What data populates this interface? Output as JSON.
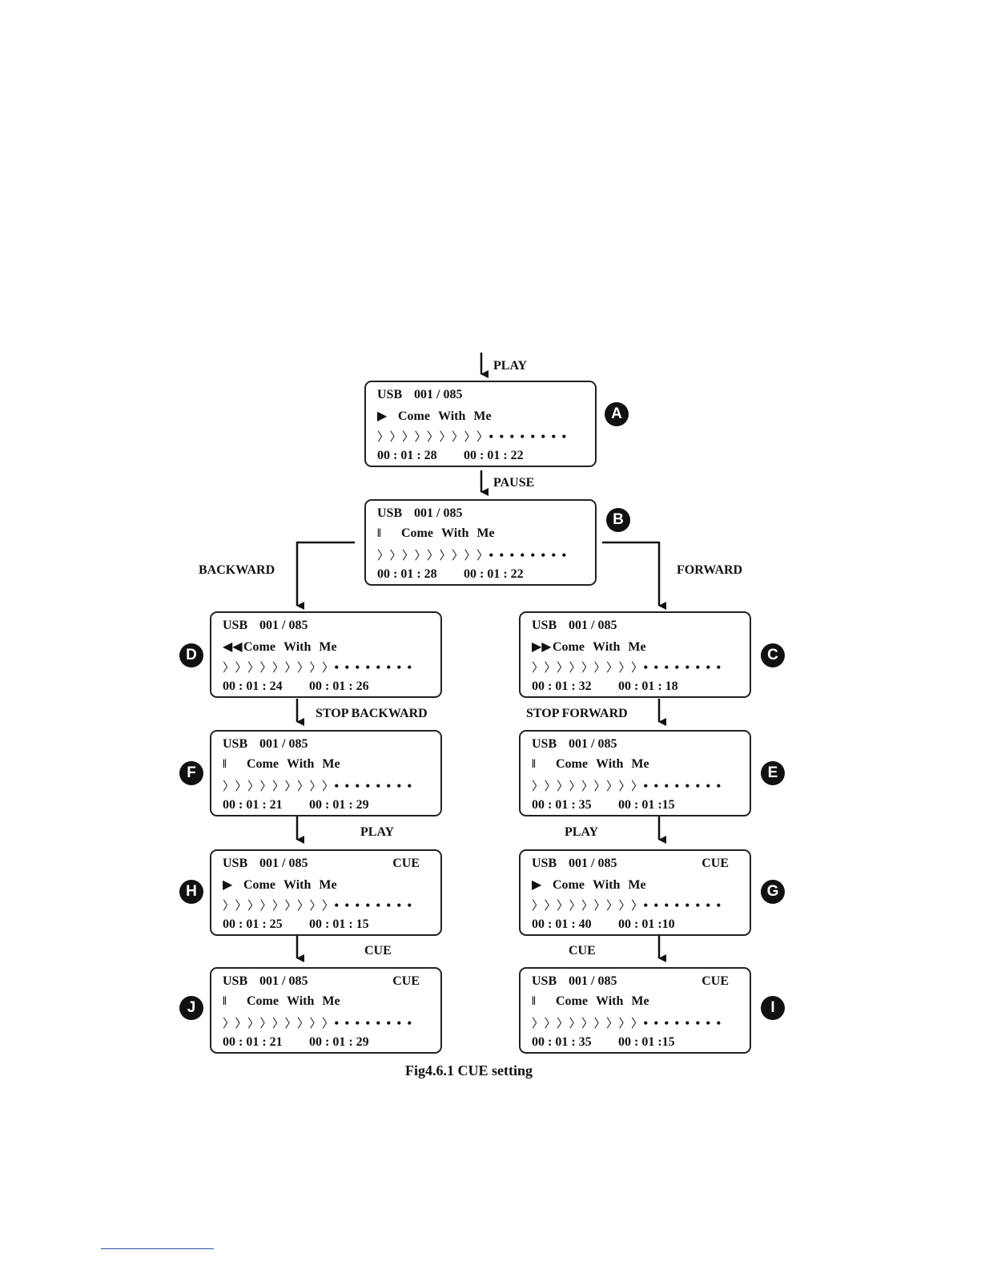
{
  "labels": {
    "play_top": "PLAY",
    "pause": "PAUSE",
    "backward": "BACKWARD",
    "forward": "FORWARD",
    "stop_backward": "STOP BACKWARD",
    "stop_forward": "STOP FORWARD",
    "play_left": "PLAY",
    "play_right": "PLAY",
    "cue_left": "CUE",
    "cue_right": "CUE"
  },
  "caption": "Fig4.6.1  CUE setting",
  "screens": {
    "A": {
      "badge": "A",
      "source": "USB",
      "track": "001 / 085",
      "mode": "play",
      "title": [
        "Come",
        "With",
        "Me"
      ],
      "elapsed": "00 : 01 : 28",
      "remaining": "00 : 01 : 22",
      "cue": "",
      "progress": 0.53
    },
    "B": {
      "badge": "B",
      "source": "USB",
      "track": "001 / 085",
      "mode": "pause",
      "title": [
        "Come",
        "With",
        "Me"
      ],
      "elapsed": "00 : 01 : 28",
      "remaining": "00 : 01 : 22",
      "cue": "",
      "progress": 0.53
    },
    "D": {
      "badge": "D",
      "source": "USB",
      "track": "001 / 085",
      "mode": "rewind",
      "title": [
        "Come",
        "With",
        "Me"
      ],
      "elapsed": "00 : 01 : 24",
      "remaining": "00 : 01 : 26",
      "cue": "",
      "progress": 0.53
    },
    "C": {
      "badge": "C",
      "source": "USB",
      "track": "001 / 085",
      "mode": "fastforward",
      "title": [
        "Come",
        "With",
        "Me"
      ],
      "elapsed": "00 : 01 : 32",
      "remaining": "00 : 01 : 18",
      "cue": "",
      "progress": 0.53
    },
    "F": {
      "badge": "F",
      "source": "USB",
      "track": "001 / 085",
      "mode": "pause",
      "title": [
        "Come",
        "With",
        "Me"
      ],
      "elapsed": "00 : 01 : 21",
      "remaining": "00 : 01 : 29",
      "cue": "",
      "progress": 0.53
    },
    "E": {
      "badge": "E",
      "source": "USB",
      "track": "001 / 085",
      "mode": "pause",
      "title": [
        "Come",
        "With",
        "Me"
      ],
      "elapsed": "00 : 01 : 35",
      "remaining": "00 : 01 :15",
      "cue": "",
      "progress": 0.53
    },
    "H": {
      "badge": "H",
      "source": "USB",
      "track": "001 / 085",
      "mode": "play",
      "title": [
        "Come",
        "With",
        "Me"
      ],
      "elapsed": "00 : 01 : 25",
      "remaining": "00 : 01 : 15",
      "cue": "CUE",
      "progress": 0.53
    },
    "G": {
      "badge": "G",
      "source": "USB",
      "track": "001 / 085",
      "mode": "play",
      "title": [
        "Come",
        "With",
        "Me"
      ],
      "elapsed": "00 : 01 : 40",
      "remaining": "00 : 01 :10",
      "cue": "CUE",
      "progress": 0.53
    },
    "J": {
      "badge": "J",
      "source": "USB",
      "track": "001 / 085",
      "mode": "pause",
      "title": [
        "Come",
        "With",
        "Me"
      ],
      "elapsed": "00 : 01 : 21",
      "remaining": "00 : 01 : 29",
      "cue": "CUE",
      "progress": 0.53
    },
    "I": {
      "badge": "I",
      "source": "USB",
      "track": "001 / 085",
      "mode": "pause",
      "title": [
        "Come",
        "With",
        "Me"
      ],
      "elapsed": "00 : 01 : 35",
      "remaining": "00 : 01 :15",
      "cue": "CUE",
      "progress": 0.53
    }
  },
  "icons": {
    "play": "play-icon",
    "pause": "pause-icon",
    "rewind": "rewind-icon",
    "fastforward": "fast-forward-icon"
  }
}
